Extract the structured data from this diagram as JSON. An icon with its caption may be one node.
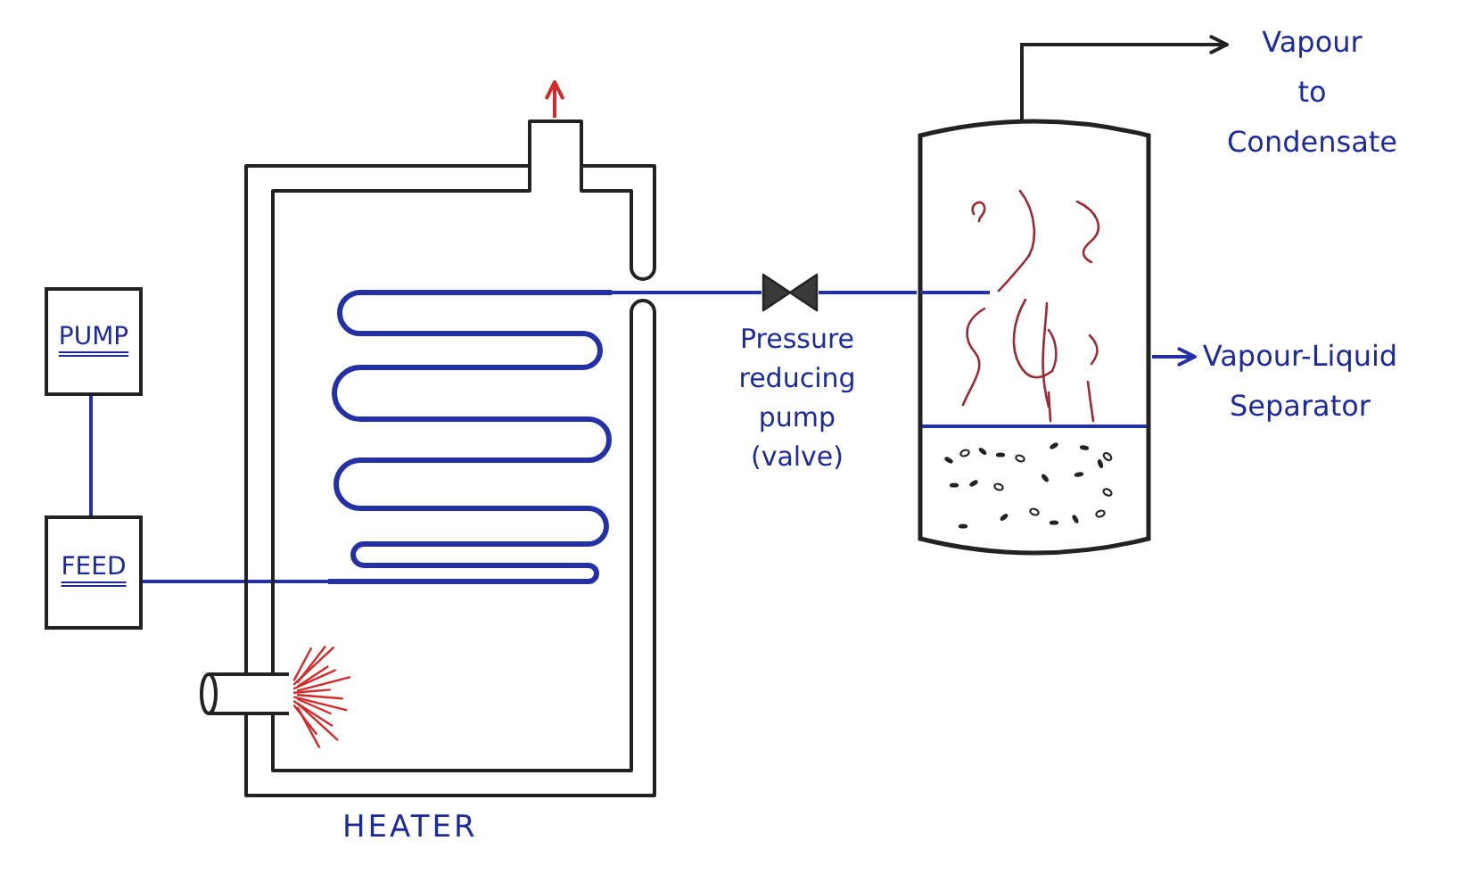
{
  "diagram": {
    "nodes": [
      {
        "text": [
          "PUMP"
        ]
      },
      {
        "text": [
          "FEED"
        ]
      },
      {
        "text": [
          "HEATER"
        ]
      },
      {
        "text": [],
        "shape": "coil",
        "in": 2
      },
      {
        "text": [],
        "shape": "valve",
        "beside": [
          "Pressure reducing pump (valve)"
        ]
      },
      {
        "text": [],
        "shape": "cylinder"
      },
      {
        "text": [
          "Vapour to Condensate"
        ]
      },
      {
        "text": [
          "Vapour-Liquid Separator"
        ]
      }
    ],
    "edges": [
      {
        "from": 0,
        "to": 1,
        "arrow": "none"
      },
      {
        "from": 1,
        "to": 3,
        "arrow": "none"
      },
      {
        "from": 3,
        "to": 4,
        "arrow": "none"
      },
      {
        "from": 4,
        "to": 5,
        "arrow": "none"
      },
      {
        "from": 5,
        "to": 6,
        "arrow": "to",
        "color": "#222222"
      },
      {
        "from": 5,
        "to": 7,
        "arrow": "to"
      },
      {
        "from": 2,
        "to": null,
        "arrow": "to",
        "color": "#d42a2a"
      }
    ]
  }
}
